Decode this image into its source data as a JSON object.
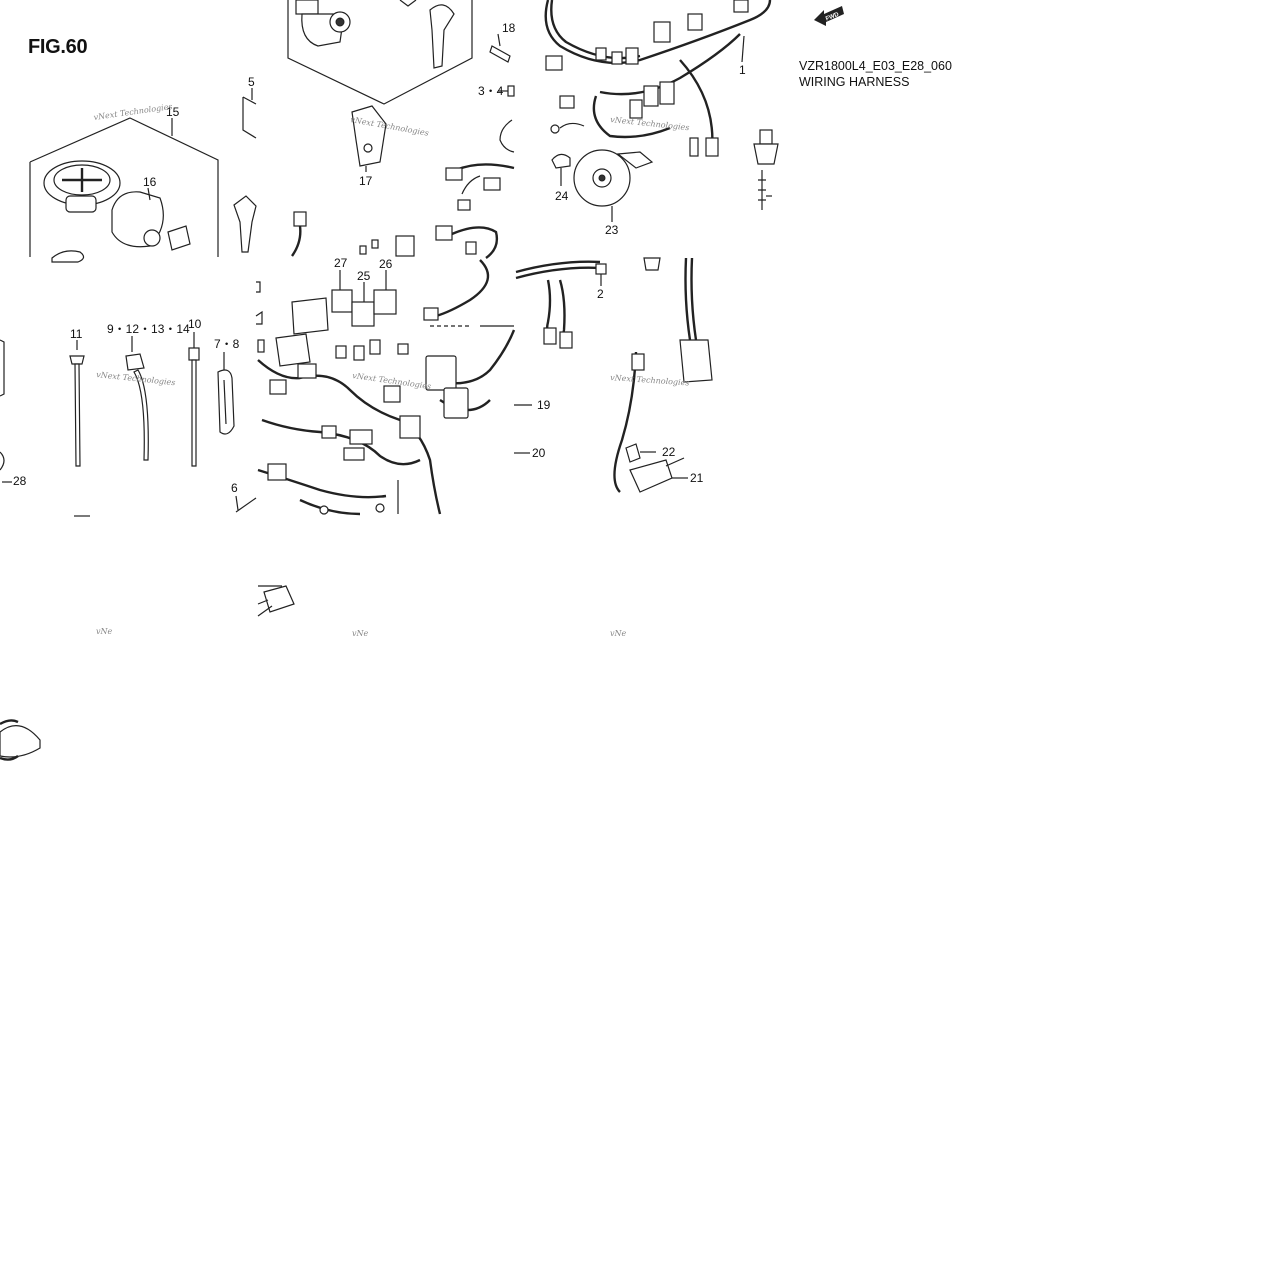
{
  "figure": {
    "title": "FIG.60",
    "code": "VZR1800L4_E03_E28_060",
    "caption": "WIRING HARNESS",
    "fwd_label": "FWD"
  },
  "callouts": {
    "c1": "1",
    "c2": "2",
    "c3_4": "3・4",
    "c5": "5",
    "c6": "6",
    "c7_8": "7・8",
    "c9_14": "9・12・13・14",
    "c10": "10",
    "c11": "11",
    "c15": "15",
    "c16": "16",
    "c17": "17",
    "c18": "18",
    "c19": "19",
    "c20": "20",
    "c21": "21",
    "c22": "22",
    "c23": "23",
    "c24": "24",
    "c25": "25",
    "c26": "26",
    "c27": "27",
    "c28": "28"
  },
  "watermark": {
    "text": "vNext Technologies",
    "short": "vNe"
  },
  "colors": {
    "line": "#222222",
    "background": "#ffffff",
    "watermark": "#888888"
  }
}
